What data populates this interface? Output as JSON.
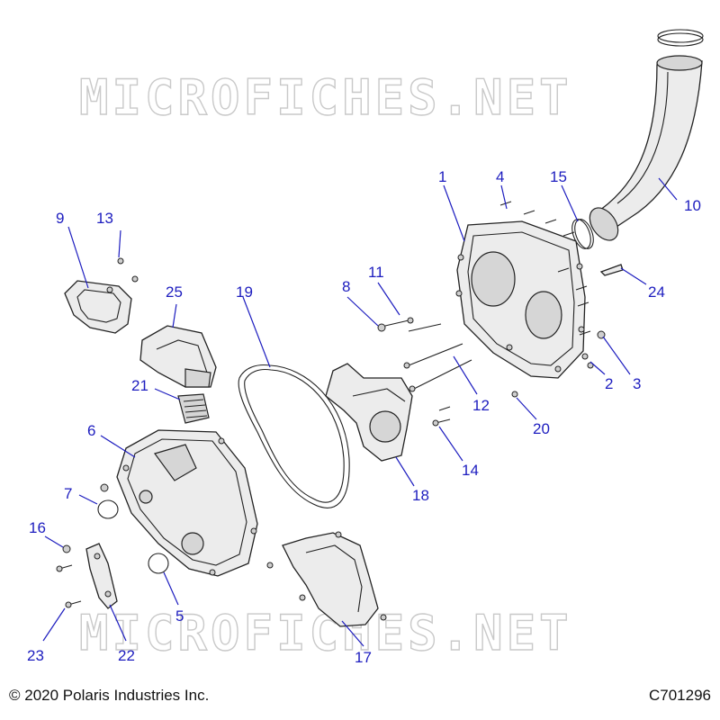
{
  "watermark": {
    "top_text": "MICROFICHES.NET",
    "bottom_text": "MICROFICHES.NET"
  },
  "footer": {
    "copyright": "© 2020 Polaris Industries Inc.",
    "drawing_id": "C701296"
  },
  "callouts": [
    {
      "id": "c1",
      "label": "1"
    },
    {
      "id": "c2",
      "label": "2"
    },
    {
      "id": "c3",
      "label": "3"
    },
    {
      "id": "c4",
      "label": "4"
    },
    {
      "id": "c5",
      "label": "5"
    },
    {
      "id": "c6",
      "label": "6"
    },
    {
      "id": "c7",
      "label": "7"
    },
    {
      "id": "c8",
      "label": "8"
    },
    {
      "id": "c9",
      "label": "9"
    },
    {
      "id": "c10",
      "label": "10"
    },
    {
      "id": "c11",
      "label": "11"
    },
    {
      "id": "c12",
      "label": "12"
    },
    {
      "id": "c13",
      "label": "13"
    },
    {
      "id": "c14",
      "label": "14"
    },
    {
      "id": "c15",
      "label": "15"
    },
    {
      "id": "c16",
      "label": "16"
    },
    {
      "id": "c17",
      "label": "17"
    },
    {
      "id": "c18",
      "label": "18"
    },
    {
      "id": "c19",
      "label": "19"
    },
    {
      "id": "c20",
      "label": "20"
    },
    {
      "id": "c21",
      "label": "21"
    },
    {
      "id": "c22",
      "label": "22"
    },
    {
      "id": "c23",
      "label": "23"
    },
    {
      "id": "c24",
      "label": "24"
    },
    {
      "id": "c25",
      "label": "25"
    }
  ],
  "colors": {
    "callout": "#1d1dbf",
    "line_art": "#222222",
    "watermark": "#c9c9c9"
  }
}
